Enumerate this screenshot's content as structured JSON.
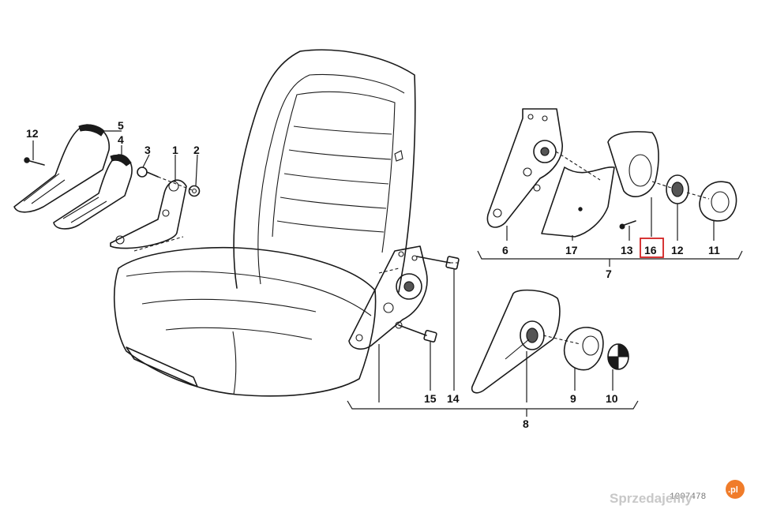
{
  "diagram": {
    "callouts": {
      "c1": "1",
      "c2": "2",
      "c3": "3",
      "c4": "4",
      "c5": "5",
      "c6": "6",
      "c7": "7",
      "c8": "8",
      "c9": "9",
      "c10": "10",
      "c11": "11",
      "c12_left": "12",
      "c12_right": "12",
      "c13": "13",
      "c14": "14",
      "c15": "15",
      "c16": "16",
      "c17": "17"
    },
    "highlighted_callout": "16",
    "highlight_color": "#d32020",
    "drawing_code": "1007478"
  },
  "watermark": {
    "text": "Sprzedajemy",
    "domain": ".pl",
    "badge_color": "#f07c2a"
  }
}
